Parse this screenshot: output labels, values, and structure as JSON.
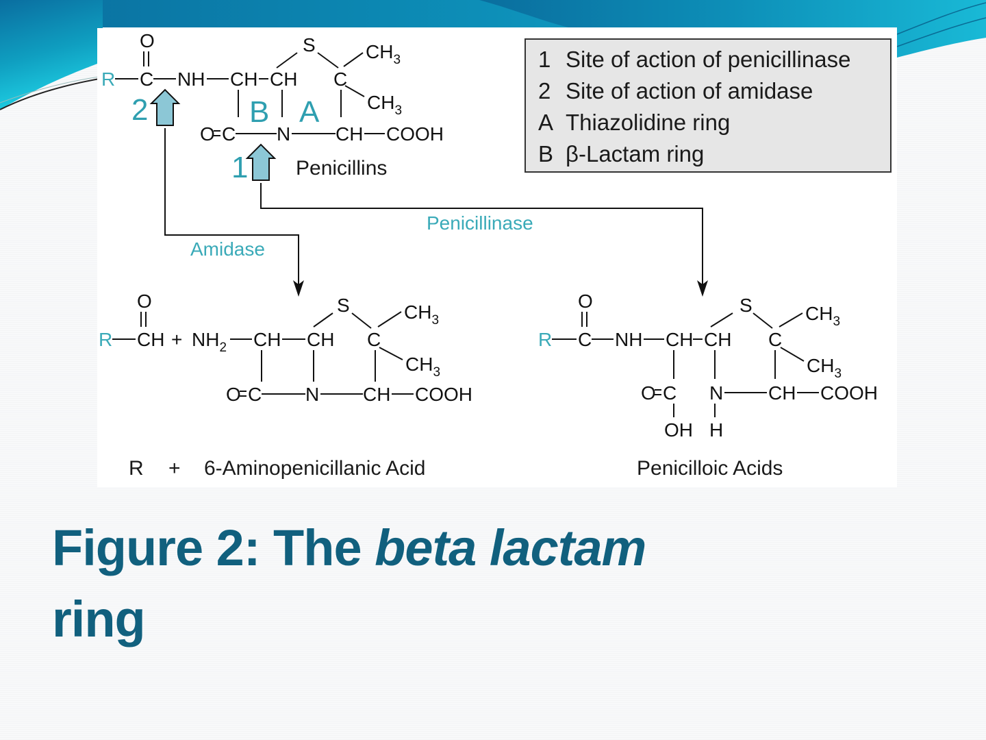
{
  "slide": {
    "title": {
      "part1": "Figure 2: The ",
      "italic": "beta lactam",
      "part2": " ring"
    }
  },
  "legend": {
    "items": [
      {
        "key": "1",
        "text": "Site of action of penicillinase"
      },
      {
        "key": "2",
        "text": "Site of action of amidase"
      },
      {
        "key": "A",
        "text": "Thiazolidine ring"
      },
      {
        "key": "B",
        "text": "β-Lactam ring"
      }
    ]
  },
  "diagram": {
    "top": {
      "name": "Penicillins",
      "site_1_label": "1",
      "site_2_label": "2",
      "ring_b_label": "B",
      "ring_a_label": "A",
      "atoms": {
        "r": "R",
        "o_top": "O",
        "c1": "C",
        "nh": "NH",
        "ch1": "CH",
        "ch2": "CH",
        "s": "S",
        "c_quat": "C",
        "ch3_a": "CH",
        "ch3_b": "CH",
        "sub3": "3",
        "o_eq": "O",
        "c_eq": "C",
        "n": "N",
        "ch_bottom": "CH",
        "cooh": "COOH"
      }
    },
    "enzymes": {
      "amidase": "Amidase",
      "penicillinase": "Penicillinase"
    },
    "bottom_left": {
      "name": "6-Aminopenicillanic Acid",
      "r_label": "R",
      "plus": "+",
      "atoms": {
        "r": "R",
        "o_top": "O",
        "ch_ald": "CH",
        "plus": "+",
        "nh2": "NH",
        "sub2": "2",
        "ch1": "CH",
        "ch2": "CH",
        "s": "S",
        "c_quat": "C",
        "ch3_a": "CH",
        "ch3_b": "CH",
        "sub3": "3",
        "o_eq": "O",
        "c_eq": "C",
        "n": "N",
        "ch_bottom": "CH",
        "cooh": "COOH"
      }
    },
    "bottom_right": {
      "name": "Penicilloic Acids",
      "atoms": {
        "r": "R",
        "o_top": "O",
        "c1": "C",
        "nh": "NH",
        "ch1": "CH",
        "ch2": "CH",
        "s": "S",
        "c_quat": "C",
        "ch3_a": "CH",
        "ch3_b": "CH",
        "sub3": "3",
        "o_eq": "O",
        "c_eq": "C",
        "oh": "OH",
        "n": "N",
        "h": "H",
        "ch_bottom": "CH",
        "cooh": "COOH"
      }
    }
  },
  "colors": {
    "title": "#11607e",
    "teal_label": "#3aaab8",
    "arrow_fill": "#8cc7d6",
    "banner_dark": "#0b6fa0",
    "banner_light": "#1ec6de"
  }
}
